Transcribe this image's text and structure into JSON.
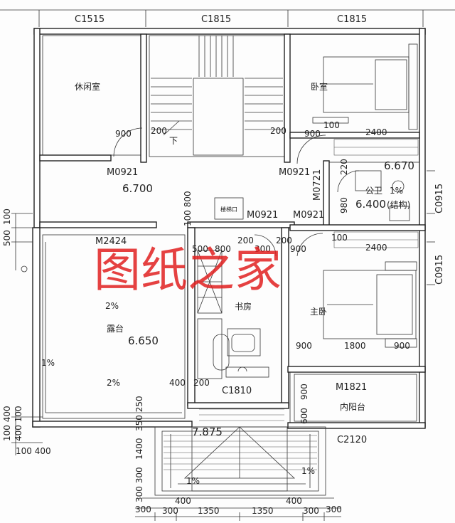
{
  "window_codes": {
    "c1515": "C1515",
    "c1815_left": "C1815",
    "c1815_right": "C1815",
    "c1810": "C1810",
    "c2120": "C2120",
    "c0915_top": "C0915",
    "c0915_bottom": "C0915"
  },
  "door_codes": {
    "m0921_a": "M0921",
    "m0921_b": "M0921",
    "m0921_c": "M0921",
    "m0921_d": "M0921",
    "m0721": "M0721",
    "m2424": "M2424",
    "m1821": "M1821"
  },
  "rooms": {
    "lounge": "休闲室",
    "bedroom": "卧室",
    "public_bath": "公卫",
    "study": "书房",
    "master_bedroom": "主卧",
    "terrace": "露台",
    "inner_balcony": "内阳台",
    "down": "下",
    "structure": "(结构)"
  },
  "levels": {
    "hall": "6.700",
    "bath": "6.400",
    "terrace": "6.650",
    "porch": "7.875",
    "bath_top": "6.670"
  },
  "slopes": {
    "terrace_top": "2%",
    "terrace_bottom": "2%",
    "terrace_side": "1%",
    "bath": "1%",
    "porch_left": "1%",
    "porch_right": "1%"
  },
  "dimensions": {
    "d900_lounge": "900",
    "d200_stair": "200",
    "d200_stair_r": "200",
    "d900_bed": "900",
    "d100_bed": "100",
    "d2400_bed": "2400",
    "d220": "220",
    "d980": "980",
    "d100_bath": "100",
    "d2400_master": "2400",
    "d500": "500",
    "d800": "800",
    "d200_a": "200",
    "d300": "300",
    "d200_b": "200",
    "d900_study": "900",
    "d100_800": "100 800",
    "d100_left": "100",
    "d500_left": "500",
    "d900_m1": "900",
    "d1800": "1800",
    "d900_m2": "900",
    "d400_study": "400",
    "d200_study": "200",
    "d900_balc": "900",
    "d600_balc": "600",
    "d350_250": "350 250",
    "d1400": "1400",
    "d300_300": "300 300",
    "d100_400": "100 400",
    "d400_100": "400 100",
    "d100_400_b": "100  400",
    "b300_l": "300",
    "b300": "300",
    "b400": "400",
    "b1350_l": "1350",
    "b1350_r": "1350",
    "b400_r": "400",
    "b300_r": "300",
    "b300_rr": "300"
  },
  "watermark": "图纸之家",
  "stair_sign": "楼梯口"
}
